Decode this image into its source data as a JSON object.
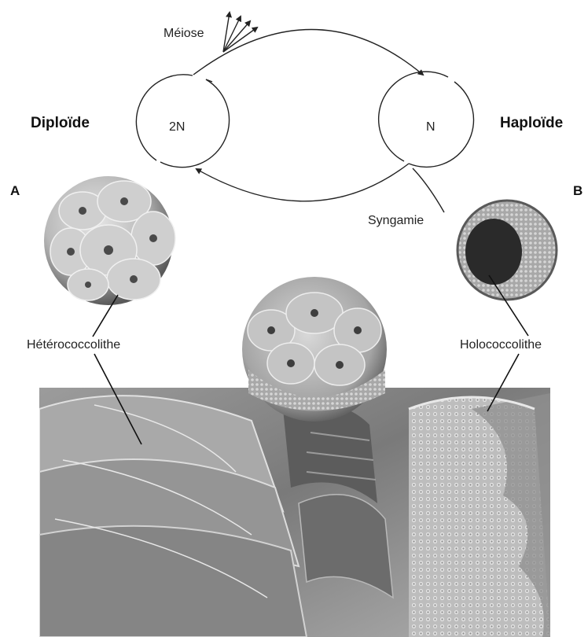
{
  "cycle": {
    "diploid_label": "Diploïde",
    "haploid_label": "Haploïde",
    "diploid_ploidy": "2N",
    "haploid_ploidy": "N",
    "meiosis_label": "Méiose",
    "syngamy_label": "Syngamie"
  },
  "panels": {
    "a_label": "A",
    "b_label": "B"
  },
  "labels": {
    "heterococcolith": "Hétérococcolithe",
    "holococcolith": "Holococcolithe"
  },
  "colors": {
    "line": "#222222",
    "sem_dark": "#3a3a3a",
    "sem_mid": "#8a8a8a",
    "sem_light": "#d4d4d4"
  }
}
